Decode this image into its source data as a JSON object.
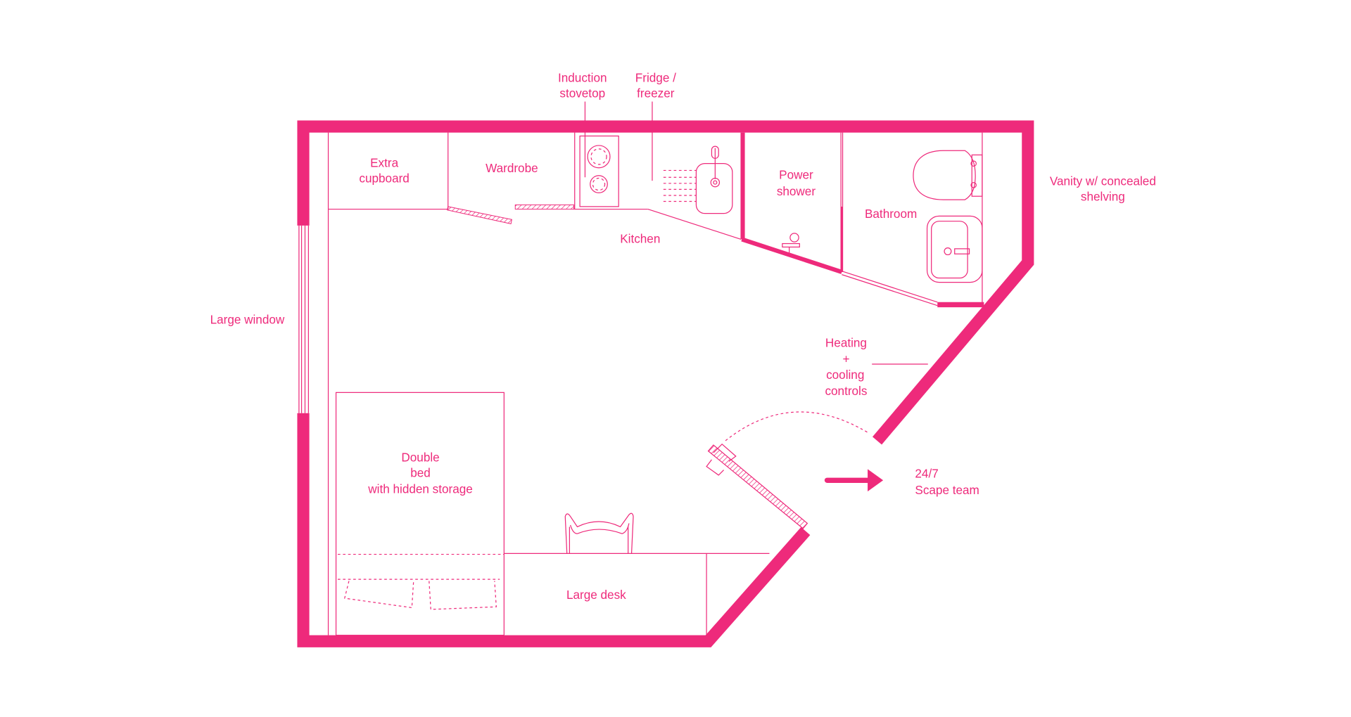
{
  "colors": {
    "accent": "#ee2a7b"
  },
  "labels": {
    "induction_1": "Induction",
    "induction_2": "stovetop",
    "fridge_1": "Fridge /",
    "fridge_2": "freezer",
    "extra_1": "Extra",
    "extra_2": "cupboard",
    "wardrobe": "Wardrobe",
    "kitchen": "Kitchen",
    "shower_1": "Power",
    "shower_2": "shower",
    "bathroom": "Bathroom",
    "vanity_1": "Vanity w/ concealed",
    "vanity_2": "shelving",
    "window": "Large window",
    "heating_1": "Heating",
    "heating_2": "+",
    "heating_3": "cooling",
    "heating_4": "controls",
    "bed_1": "Double",
    "bed_2": "bed",
    "bed_3": "with hidden storage",
    "desk": "Large desk",
    "team_1": "24/7",
    "team_2": "Scape team"
  }
}
